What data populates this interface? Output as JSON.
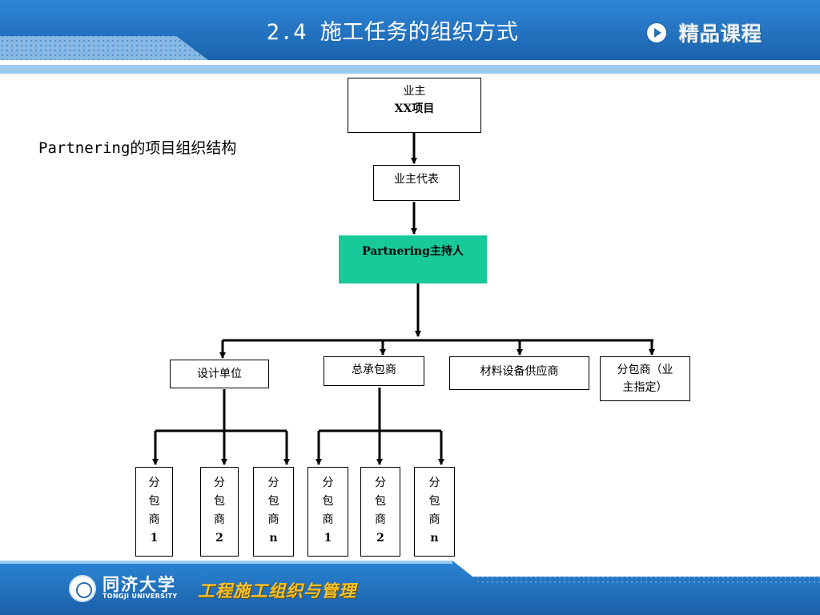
{
  "header": {
    "title": "2.4 施工任务的组织方式",
    "badge_text": "精品课程",
    "badge_icon": "play-icon"
  },
  "subtitle": "Partnering的项目组织结构",
  "org_chart": {
    "owner": {
      "line1": "业主",
      "line2": "XX项目"
    },
    "owner_rep": "业主代表",
    "host": "Partnering主持人",
    "level2": [
      {
        "label": "设计单位"
      },
      {
        "label": "总承包商"
      },
      {
        "label": "材料设备供应商"
      },
      {
        "line1": "分包商（业",
        "line2": "主指定）"
      }
    ],
    "subcontractors_design": [
      {
        "c1": "分",
        "c2": "包",
        "c3": "商",
        "c4": "1"
      },
      {
        "c1": "分",
        "c2": "包",
        "c3": "商",
        "c4": "2"
      },
      {
        "c1": "分",
        "c2": "包",
        "c3": "商",
        "c4": "n"
      }
    ],
    "subcontractors_gc": [
      {
        "c1": "分",
        "c2": "包",
        "c3": "商",
        "c4": "1"
      },
      {
        "c1": "分",
        "c2": "包",
        "c3": "商",
        "c4": "2"
      },
      {
        "c1": "分",
        "c2": "包",
        "c3": "商",
        "c4": "n"
      }
    ]
  },
  "footer": {
    "university_cn": "同济大学",
    "university_en": "TONGJI UNIVERSITY",
    "course": "工程施工组织与管理",
    "logo_icon": "university-seal-icon"
  },
  "colors": {
    "header_blue": "#1f6fba",
    "host_green": "#18c99a",
    "course_yellow": "#f7c22b"
  }
}
